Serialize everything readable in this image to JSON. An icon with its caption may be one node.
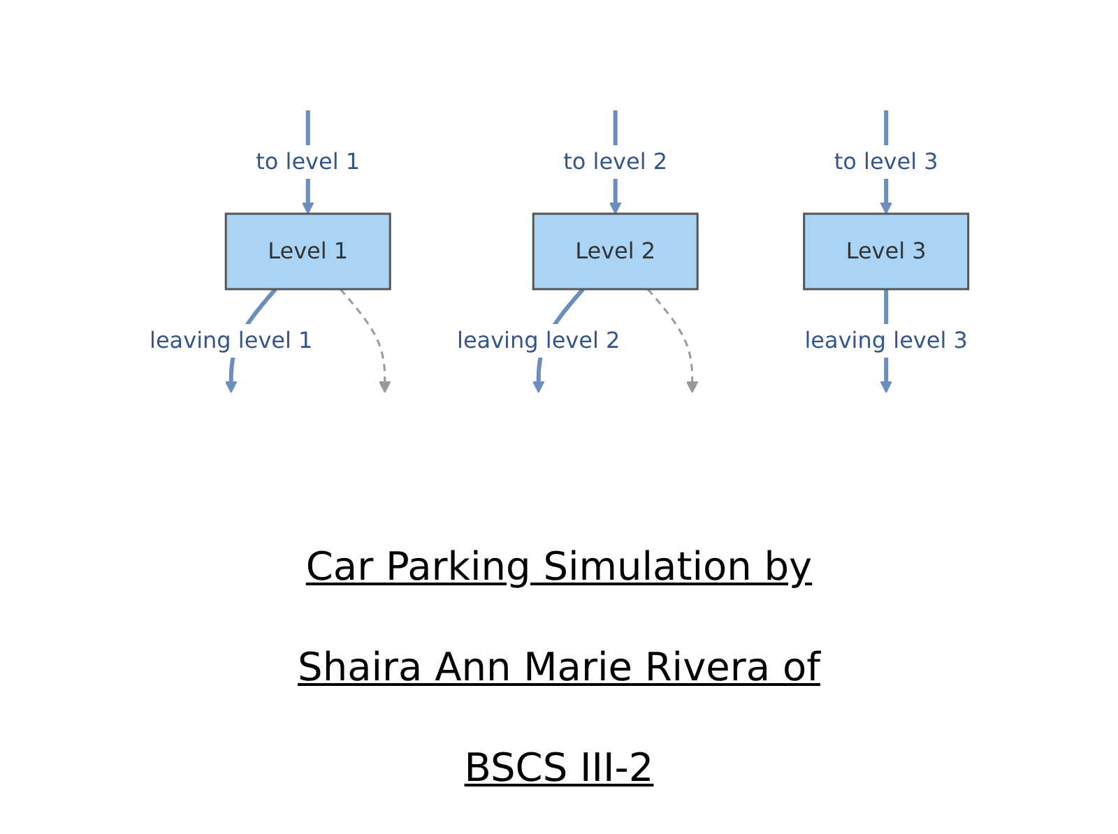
{
  "diagram": {
    "title": "Car Parking Simulation by Shaira Ann Marie Rivera of BSCS III-2",
    "nodes": [
      {
        "text": [
          "Level 1"
        ]
      },
      {
        "text": [
          "Level 2"
        ]
      },
      {
        "text": [
          "Level 3"
        ]
      }
    ],
    "edges": [
      {
        "from": null,
        "to": 0,
        "arrow": "to",
        "label": "to level 1"
      },
      {
        "from": 0,
        "to": null,
        "arrow": "to",
        "label": "leaving level 1"
      },
      {
        "from": null,
        "to": 1,
        "arrow": "to",
        "label": "to level 2"
      },
      {
        "from": 1,
        "to": null,
        "arrow": "to",
        "label": "leaving level 2"
      },
      {
        "from": null,
        "to": 2,
        "arrow": "to",
        "label": "to level 3"
      },
      {
        "from": 2,
        "to": null,
        "arrow": "to",
        "label": "leaving level 3"
      },
      {
        "from": 0,
        "to": null,
        "arrow": "to",
        "style": "dashed",
        "color": "#999999"
      },
      {
        "from": 1,
        "to": null,
        "arrow": "to",
        "style": "dashed",
        "color": "#999999"
      }
    ]
  }
}
